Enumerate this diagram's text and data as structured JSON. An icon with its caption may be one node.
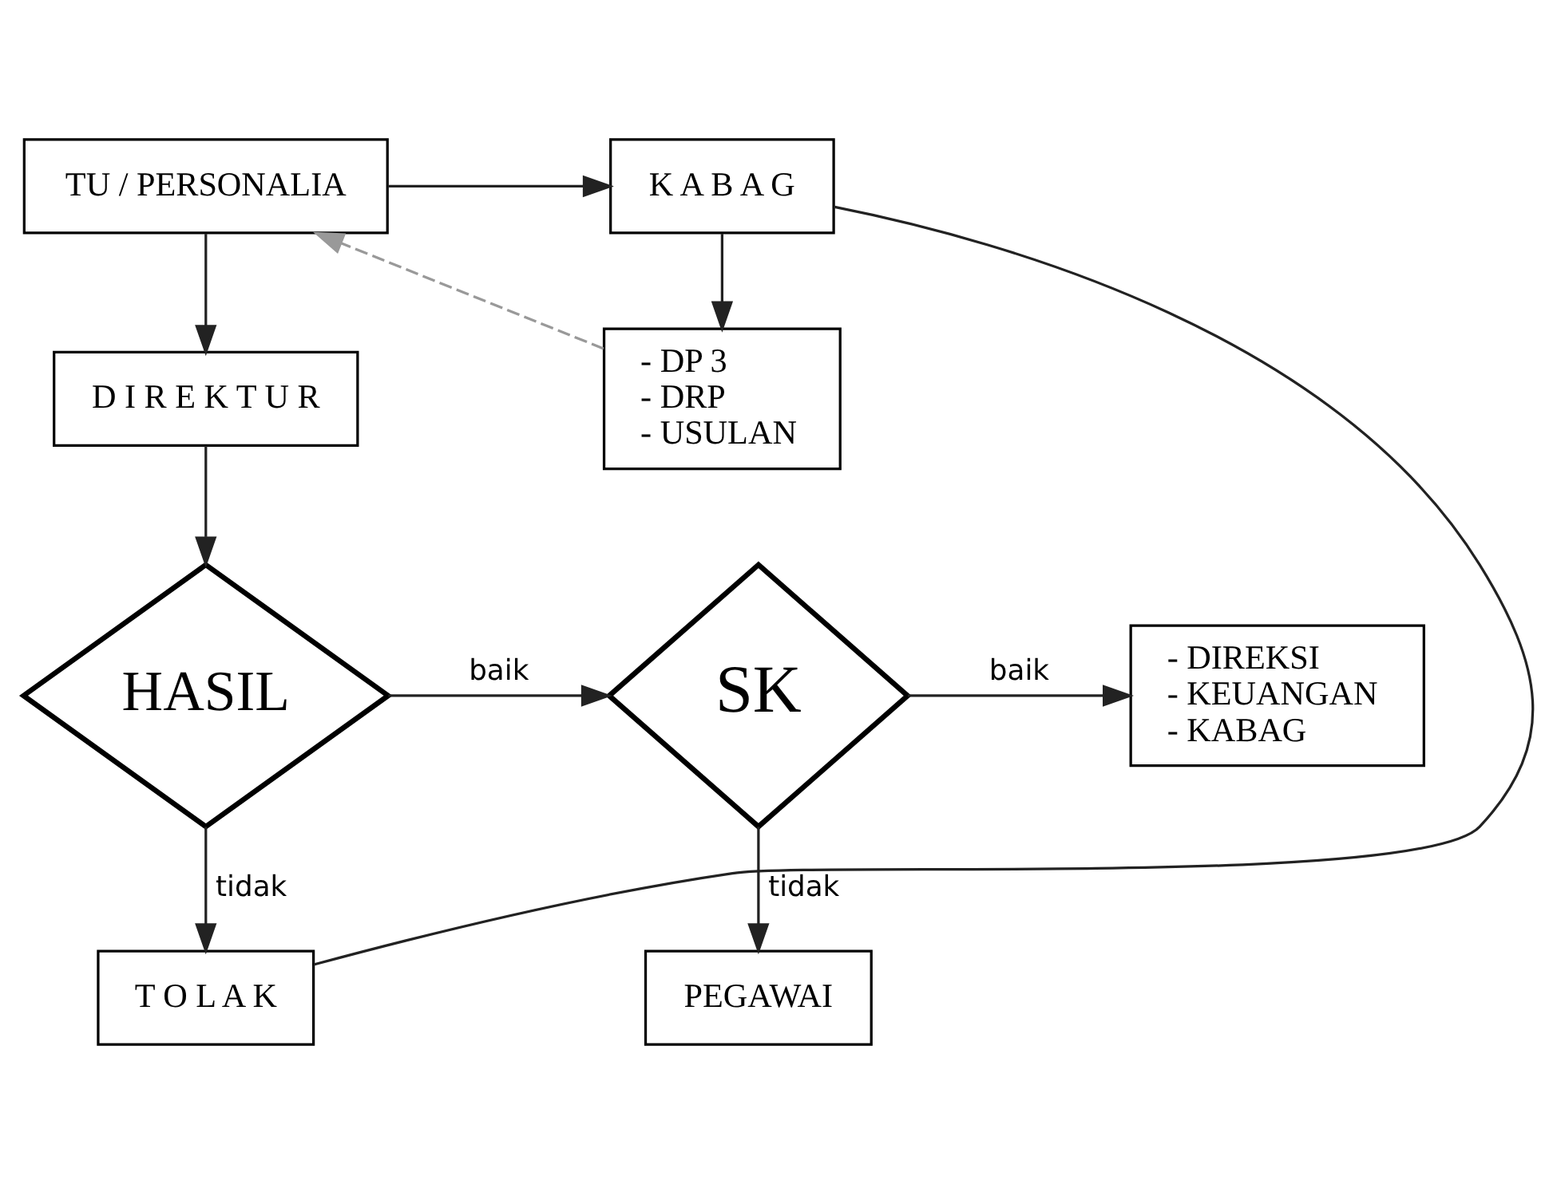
{
  "diagram": {
    "nodes": [
      {
        "text": [
          "TU / PERSONALIA"
        ]
      },
      {
        "text": [
          "K A B A G"
        ]
      },
      {
        "text": [
          "- DP 3",
          "- DRP",
          "- USULAN"
        ]
      },
      {
        "text": [
          "D I R E K T U R"
        ]
      },
      {
        "text": [
          "HASIL"
        ]
      },
      {
        "text": [
          "SK"
        ]
      },
      {
        "text": [
          "- DIREKSI",
          "- KEUANGAN",
          "- KABAG"
        ]
      },
      {
        "text": [
          "PEGAWAI"
        ]
      },
      {
        "text": [
          "T O L A K"
        ]
      }
    ],
    "edges": [
      {
        "from": 0,
        "to": 1,
        "arrow": "to"
      },
      {
        "from": 1,
        "to": 2,
        "arrow": "to"
      },
      {
        "from": 2,
        "to": 0,
        "arrow": "to",
        "style": "dashed",
        "color": "#999999"
      },
      {
        "from": 0,
        "to": 3,
        "arrow": "to"
      },
      {
        "from": 3,
        "to": 4,
        "arrow": "to"
      },
      {
        "from": 4,
        "to": 5,
        "arrow": "to",
        "label": "baik"
      },
      {
        "from": 4,
        "to": 8,
        "arrow": "to",
        "label": "tidak"
      },
      {
        "from": 5,
        "to": 6,
        "arrow": "to",
        "label": "baik"
      },
      {
        "from": 5,
        "to": 7,
        "arrow": "to",
        "label": "tidak"
      },
      {
        "from": 8,
        "to": 1,
        "arrow": "none"
      }
    ]
  }
}
